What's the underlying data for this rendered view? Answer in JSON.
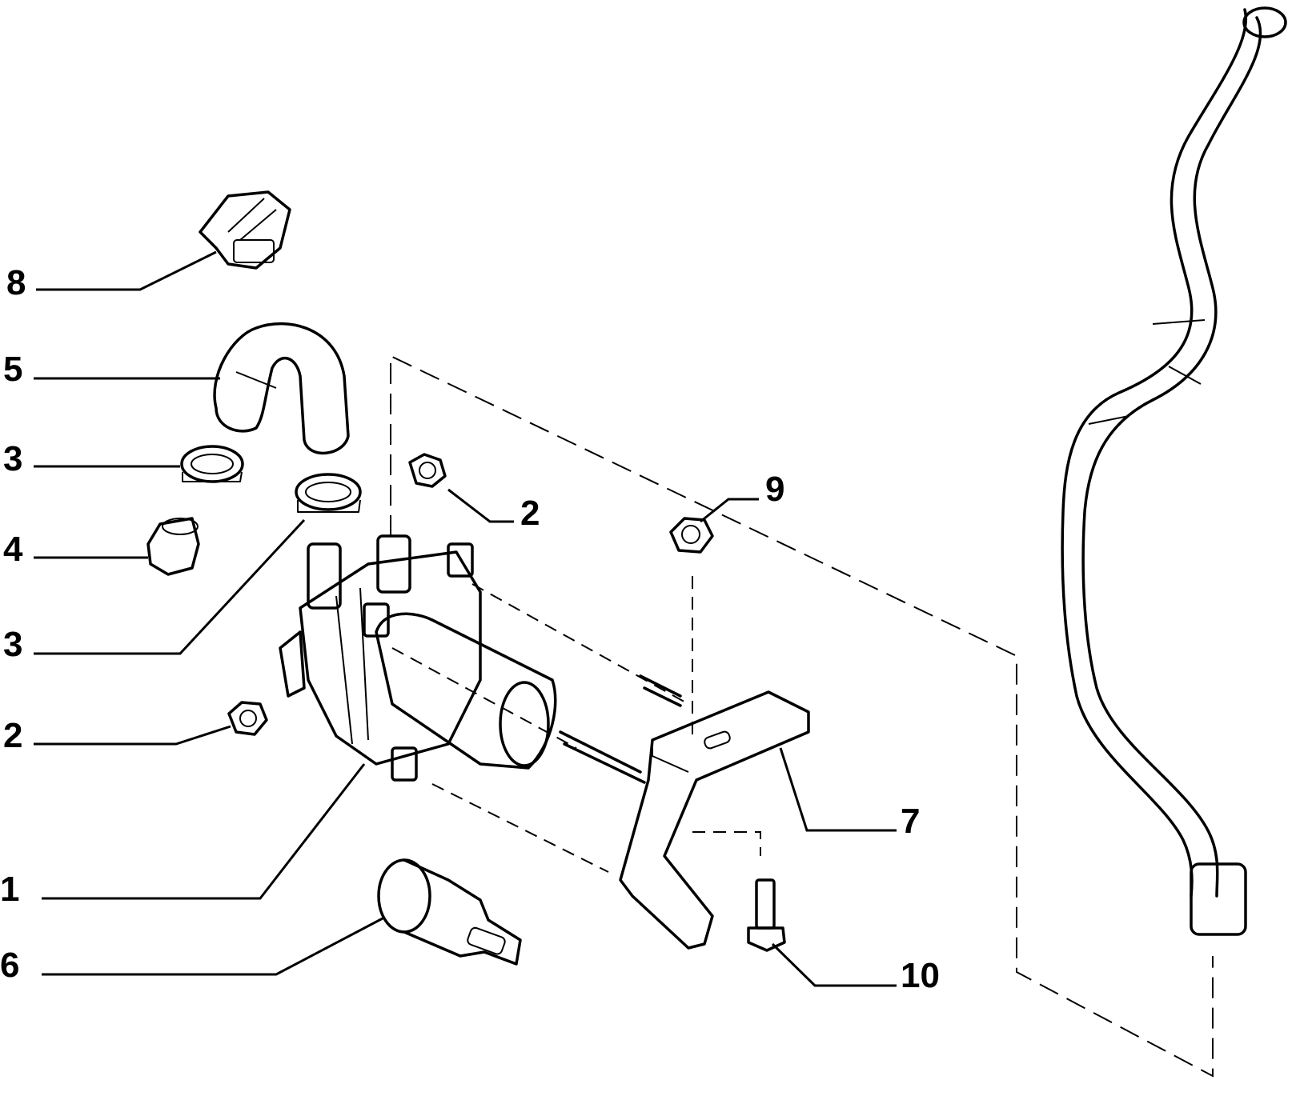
{
  "callouts": {
    "part_1": "1",
    "part_2_upper": "2",
    "part_2_lower": "2",
    "part_3_upper": "3",
    "part_3_lower": "3",
    "part_4": "4",
    "part_5": "5",
    "part_6": "6",
    "part_7": "7",
    "part_8": "8",
    "part_9": "9",
    "part_10": "10"
  },
  "colors": {
    "line": "#000000",
    "background": "#ffffff"
  }
}
